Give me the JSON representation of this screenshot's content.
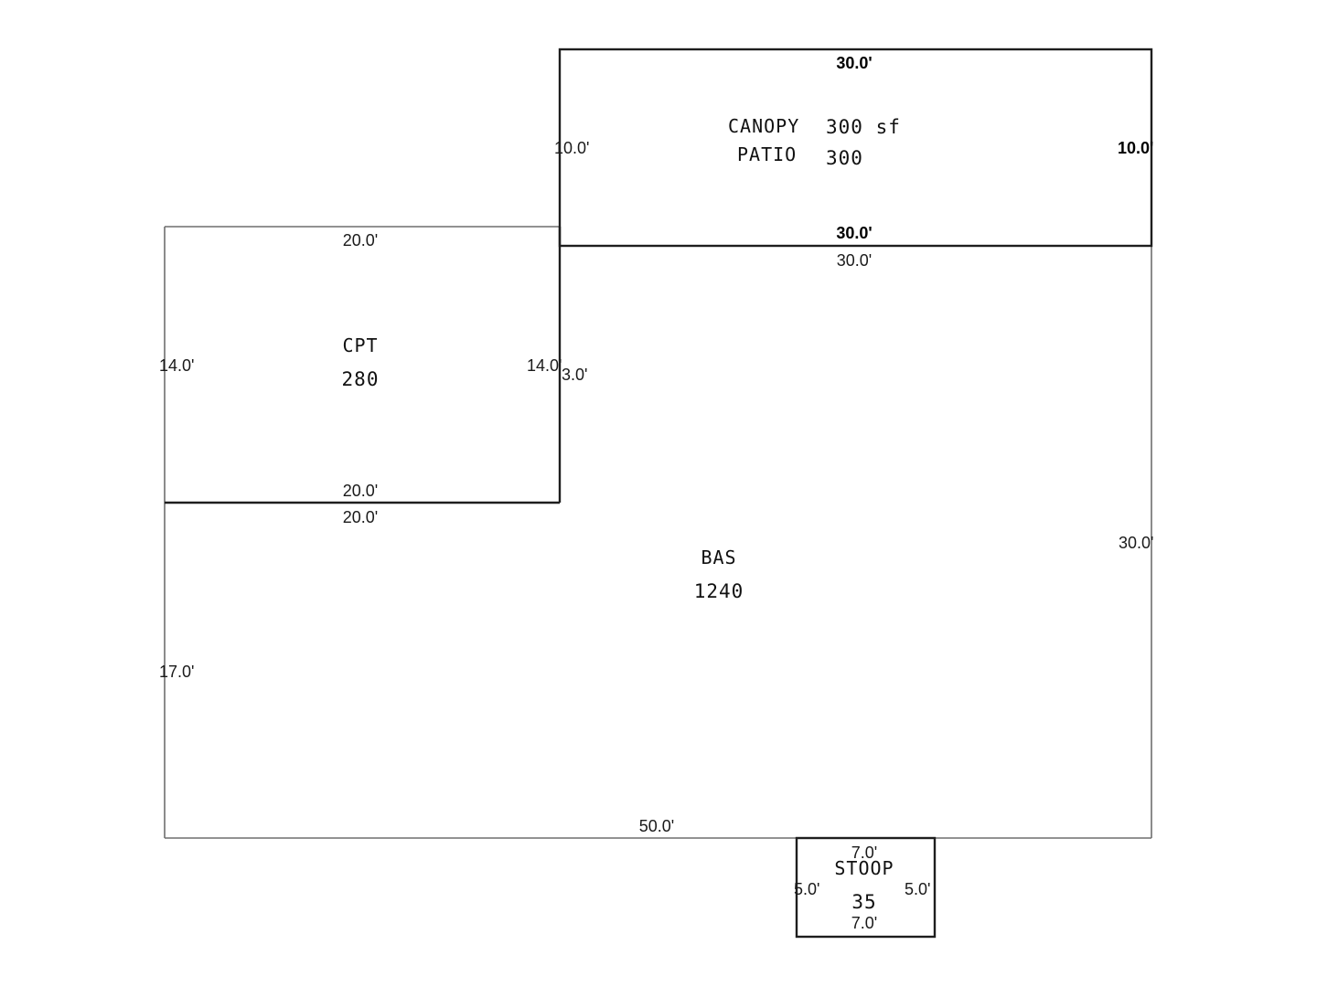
{
  "colors": {
    "background": "#ffffff",
    "line": "#1e1e1e",
    "line_light": "#6e6e6e",
    "text": "#111111"
  },
  "areas": {
    "canopy": {
      "label": "CANOPY",
      "value": "300 sf"
    },
    "patio": {
      "label": "PATIO",
      "value": "300"
    },
    "cpt": {
      "label": "CPT",
      "value": "280"
    },
    "bas": {
      "label": "BAS",
      "value": "1240"
    },
    "stoop": {
      "label": "STOOP",
      "value": "35"
    }
  },
  "dimensions": {
    "canopy_top": "30.0'",
    "canopy_left": "10.0'",
    "canopy_right": "10.0'",
    "canopy_bottom": "30.0'",
    "bas_top": "30.0'",
    "cpt_top": "20.0'",
    "cpt_left": "14.0'",
    "cpt_right": "14.0'",
    "bas_notch": "3.0'",
    "cpt_bottom": "20.0'",
    "bas_cpt_edge": "20.0'",
    "bas_right": "30.0'",
    "bas_left": "17.0'",
    "bas_bottom": "50.0'",
    "stoop_top": "7.0'",
    "stoop_left": "5.0'",
    "stoop_right": "5.0'",
    "stoop_bottom": "7.0'"
  }
}
